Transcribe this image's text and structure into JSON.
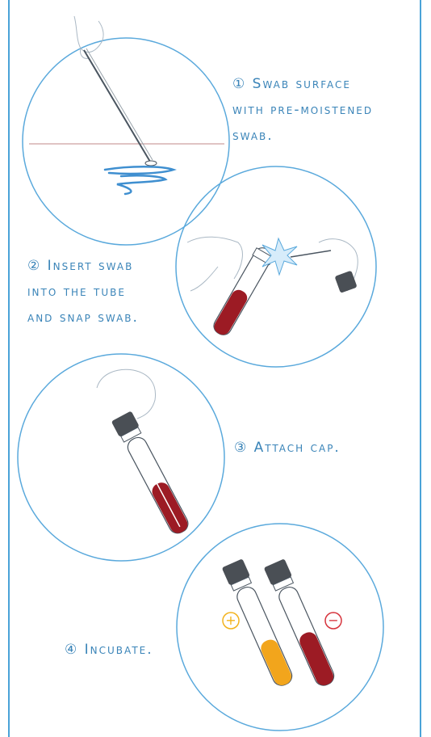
{
  "steps": [
    {
      "number": "①",
      "lines": [
        "Swab surface",
        "with pre-moistened",
        "swab."
      ]
    },
    {
      "number": "②",
      "lines": [
        "Insert swab",
        "into the tube",
        "and snap swab."
      ]
    },
    {
      "number": "③",
      "lines": [
        "Attach cap."
      ]
    },
    {
      "number": "④",
      "lines": [
        "Incubate."
      ]
    }
  ],
  "results": {
    "positive_symbol": "+",
    "negative_symbol": "−"
  },
  "colors": {
    "frame": "#4aa3d8",
    "text": "#3a84b8",
    "circle": "#5aa9dc",
    "liquid_red": "#9c1b24",
    "liquid_orange": "#f2a51c",
    "positive": "#f2b21c",
    "negative": "#d6323b"
  }
}
